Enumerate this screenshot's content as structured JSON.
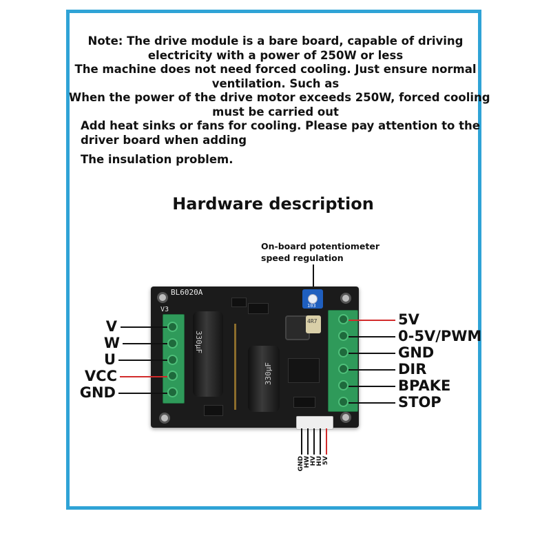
{
  "note": {
    "lines": [
      "Note: The drive module is a bare board, capable of driving",
      "electricity with a power of 250W or less",
      "The machine does not need forced cooling. Just ensure normal",
      "ventilation. Such as",
      "When the power of the drive motor exceeds 250W, forced cooling",
      "must be carried out",
      "Add heat sinks or fans for cooling. Please pay attention to the",
      "driver board when adding",
      "The insulation problem."
    ]
  },
  "hardware_title": "Hardware description",
  "potentiometer_note": [
    "On-board potentiometer",
    "speed regulation"
  ],
  "board": {
    "model": "BL6020A",
    "version": "V3",
    "cap_label": "330µF",
    "pot_marking": "103",
    "inductor_marking": "4R7"
  },
  "left_terminals": [
    "V",
    "W",
    "U",
    "VCC",
    "GND"
  ],
  "right_terminals": [
    "5V",
    "0-5V/PWM",
    "GND",
    "DIR",
    "BPAKE",
    "STOP"
  ],
  "hall_connector": [
    "GND",
    "HW",
    "HV",
    "HU",
    "5V"
  ],
  "colors": {
    "frame": "#2fa3d6",
    "power_line": "#d22b2b",
    "signal_line": "#111111",
    "pcb": "#1b1b1b",
    "terminal": "#2f9a5a",
    "pot": "#1f5fbf"
  }
}
